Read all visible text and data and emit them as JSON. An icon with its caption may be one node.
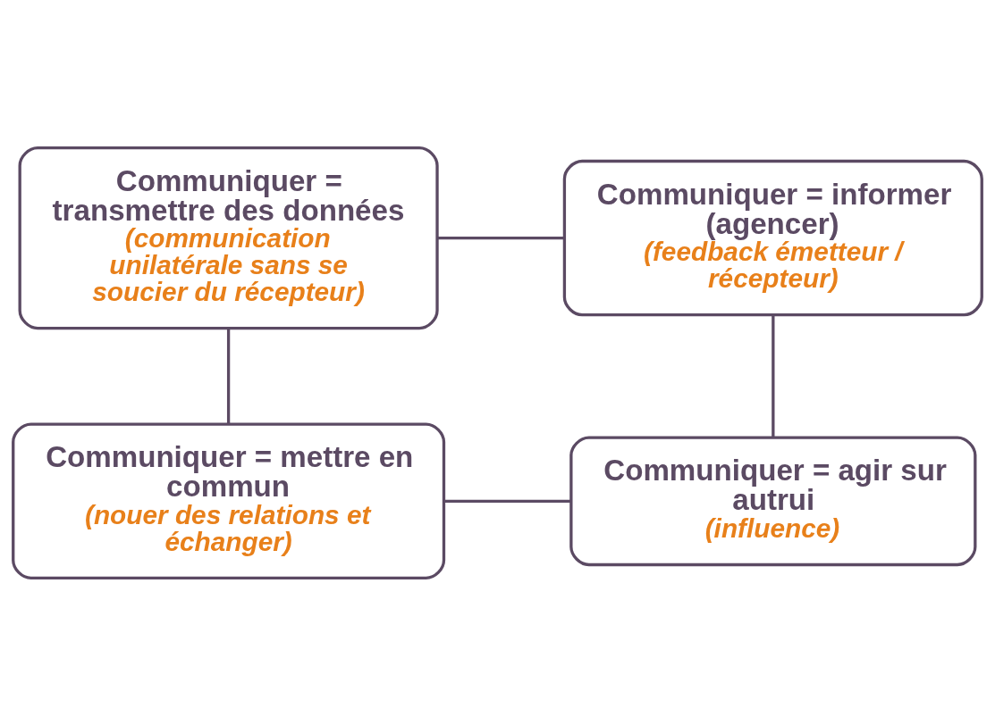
{
  "diagram": {
    "nodes": [
      {
        "text": [
          "Communiquer = transmettre des données",
          "(communication unilatérale sans se soucier du récepteur)"
        ]
      },
      {
        "text": [
          "Communiquer = informer (agencer)",
          "(feedback émetteur / récepteur)"
        ]
      },
      {
        "text": [
          "Communiquer = mettre en commun",
          "(nouer des relations et échanger)"
        ]
      },
      {
        "text": [
          "Communiquer = agir sur autrui",
          "(influence)"
        ]
      }
    ],
    "edges": [
      {
        "from": 0,
        "to": 1,
        "arrow": "none"
      },
      {
        "from": 0,
        "to": 2,
        "arrow": "none"
      },
      {
        "from": 1,
        "to": 3,
        "arrow": "none"
      },
      {
        "from": 2,
        "to": 3,
        "arrow": "none"
      }
    ]
  }
}
